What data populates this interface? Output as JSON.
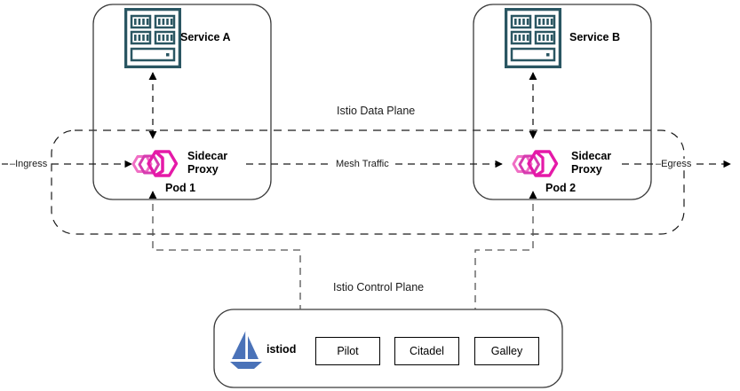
{
  "diagram": {
    "title_data_plane": "Istio Data Plane",
    "title_control_plane": "Istio Control Plane",
    "flows": {
      "ingress": "–Ingress",
      "egress": "–Egress",
      "mesh_traffic": "Mesh Traffic"
    },
    "pods": [
      {
        "pod_label": "Pod 1",
        "service_label": "Service A",
        "sidecar_label_line1": "Sidecar",
        "sidecar_label_line2": "Proxy",
        "service_icon": "server-icon",
        "sidecar_icon": "istio-proxy-hexagon-icon"
      },
      {
        "pod_label": "Pod 2",
        "service_label": "Service B",
        "sidecar_label_line1": "Sidecar",
        "sidecar_label_line2": "Proxy",
        "service_icon": "server-icon",
        "sidecar_icon": "istio-proxy-hexagon-icon"
      }
    ],
    "control_plane": {
      "istiod_label": "istiod",
      "istiod_icon": "istio-sailboat-logo-icon",
      "components": [
        {
          "label": "Pilot"
        },
        {
          "label": "Citadel"
        },
        {
          "label": "Galley"
        }
      ]
    },
    "colors": {
      "server_icon": "#2a5662",
      "sidecar_proxy": "#e51aa8",
      "sidecar_proxy_light": "#f06fc4",
      "istiod_blue": "#4a72b8",
      "line": "#000000",
      "dashed_line": "#1a1a1a",
      "background": "#ffffff"
    }
  }
}
